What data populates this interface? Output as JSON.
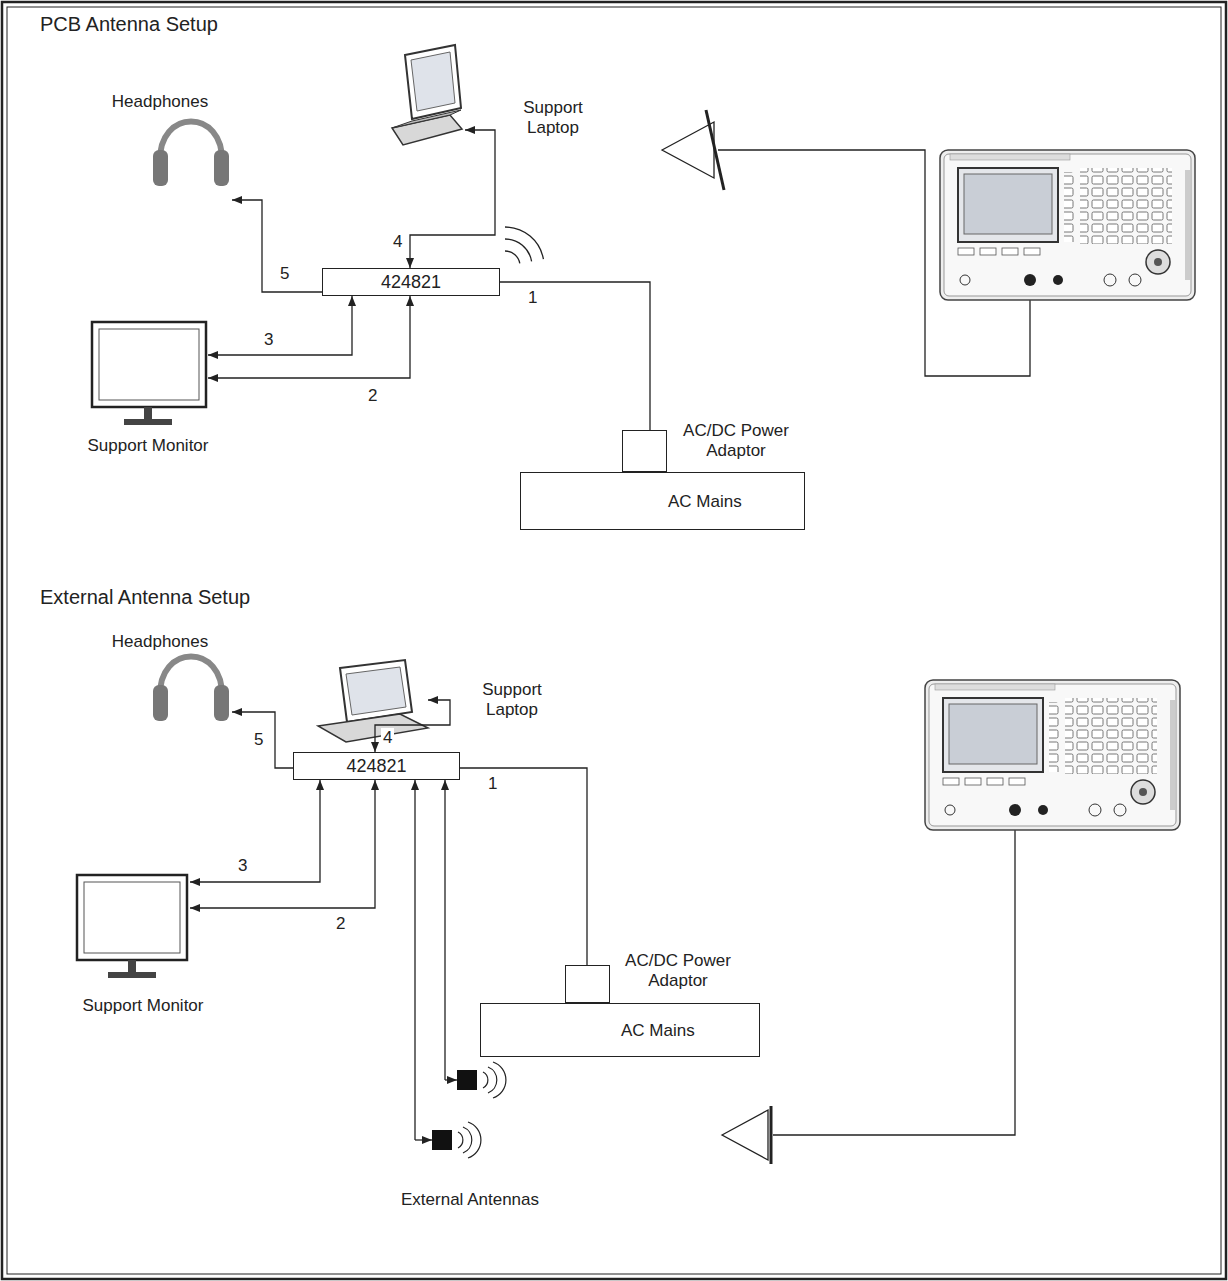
{
  "diagram": {
    "nodes": [
      {
        "text": [
          "Headphones"
        ]
      },
      {
        "text": [
          "Support Laptop"
        ]
      },
      {
        "text": [
          "424821"
        ]
      },
      {
        "text": [
          "Support Monitor"
        ]
      },
      {
        "text": [
          "AC/DC Power Adaptor"
        ]
      },
      {
        "text": [
          "AC Mains"
        ]
      },
      {
        "text": [
          "Headphones"
        ]
      },
      {
        "text": [
          "Support Laptop"
        ]
      },
      {
        "text": [
          "424821"
        ]
      },
      {
        "text": [
          "Support Monitor"
        ]
      },
      {
        "text": [
          "AC/DC Power Adaptor"
        ]
      },
      {
        "text": [
          "AC Mains"
        ]
      }
    ],
    "edges": [
      {
        "from": 2,
        "to": 0,
        "label": "5",
        "arrow": "to"
      },
      {
        "from": 1,
        "to": 2,
        "label": "4",
        "arrow": "both"
      },
      {
        "from": 2,
        "to": 3,
        "label": "3",
        "arrow": "both"
      },
      {
        "from": 2,
        "to": 3,
        "label": "2",
        "arrow": "both"
      },
      {
        "from": 2,
        "to": 4,
        "label": "1",
        "arrow": "none"
      },
      {
        "from": 8,
        "to": 6,
        "label": "5",
        "arrow": "to"
      },
      {
        "from": 7,
        "to": 8,
        "label": "4",
        "arrow": "both"
      },
      {
        "from": 8,
        "to": 9,
        "label": "3",
        "arrow": "both"
      },
      {
        "from": 8,
        "to": 9,
        "label": "2",
        "arrow": "both"
      },
      {
        "from": 8,
        "to": 10,
        "label": "1",
        "arrow": "none"
      }
    ],
    "labels": [
      "PCB Antenna Setup",
      "External Antenna Setup",
      "External Antennas"
    ]
  }
}
